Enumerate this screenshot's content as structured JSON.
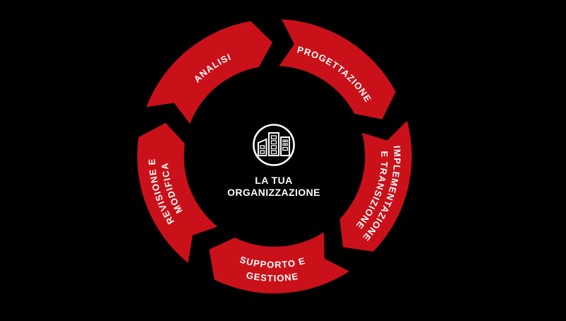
{
  "diagram": {
    "type": "cycle-diagram",
    "direction": "clockwise",
    "center": {
      "icon": "buildings-icon",
      "label_line1": "LA TUA",
      "label_line2": "ORGANIZZAZIONE"
    },
    "steps": [
      {
        "id": "analisi",
        "label": "ANALISI"
      },
      {
        "id": "progettazione",
        "label": "PROGETTAZIONE"
      },
      {
        "id": "implementazione",
        "label_line1": "IMPLEMENTAZIONE",
        "label_line2": "E TRANSIZIONE"
      },
      {
        "id": "supporto",
        "label_line1": "SUPPORTO E",
        "label_line2": "GESTIONE"
      },
      {
        "id": "revisione",
        "label_line1": "REVISIONE E",
        "label_line2": "MODIFICA"
      }
    ],
    "colors": {
      "segment": "#CA1119",
      "text": "#FFFFFF",
      "background": "#000000"
    }
  }
}
